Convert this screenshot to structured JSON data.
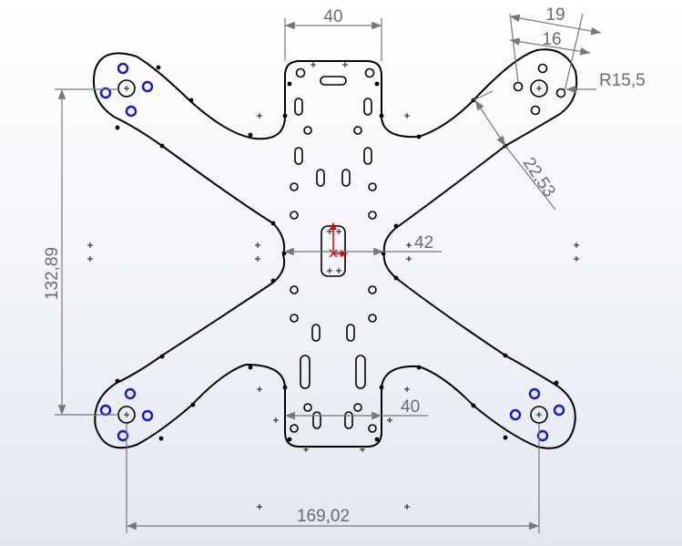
{
  "dimensions": {
    "top_width": "40",
    "hole_spacing_outer": "19",
    "hole_spacing_inner": "16",
    "arm_radius": "R15,5",
    "arm_width": "22,53",
    "center_width": "42",
    "bottom_width": "40",
    "vertical_span": "132,89",
    "horizontal_span": "169,02"
  },
  "colors": {
    "outline": "#000000",
    "mount_holes": "#1515d8",
    "dimension": "#6b6b6b",
    "origin_marker": "#e00000"
  }
}
